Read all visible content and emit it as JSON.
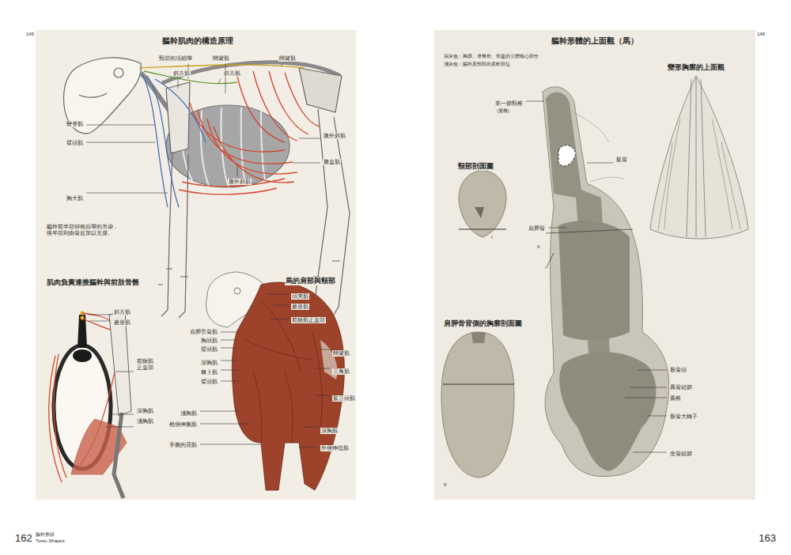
{
  "diagram": {
    "title": "軀幹肌肉的構造原理",
    "labels": [
      "145",
      "頸部的項韌帶",
      "闊背肌",
      "闊背肌",
      "斜方肌",
      "斜方肌",
      "豎脊肌",
      "臂頭肌",
      "腹外斜肌",
      "腹直肌",
      "腹外斜肌",
      "胸大肌",
      "軀幹前半部仰賴肩帶的吊掛， 後半部則由骨盆加以支撐。",
      "肌肉負責連接軀幹與前肢骨骼",
      "斜方肌",
      "菱形肌",
      "前鋸肌 正直部",
      "深胸肌",
      "淺胸肌",
      "馬的肩部與頸部",
      "頭夾肌",
      "菱形肌",
      "前鋸肌正直部",
      "肩胛舌骨肌",
      "胸頭肌",
      "臂頭肌",
      "闊背肌",
      "深胸肌",
      "三角肌",
      "棘上肌",
      "臂頭肌",
      "肱三頭肌",
      "淺胸肌",
      "橈側伸腕肌",
      "深胸肌",
      "手腕的屈肌",
      "外側伸指肌",
      "146",
      "軀幹形體的上面觀（馬）",
      "深灰色：胸廓、脊椎骨、骨盆的立體核心部分",
      "淺灰色：軀幹及頸部的柔軟部位",
      "變形胸廓的上面觀",
      "第一節頸椎",
      "(寰椎)",
      "肱骨",
      "頸部剖面圖",
      "I",
      "肩胛骨",
      "II",
      "肩胛骨背側的胸廓剖面圖",
      "II",
      "股骨頭",
      "薦骨結節",
      "薦椎",
      "股骨大轉子",
      "坐骨結節",
      "162",
      "軀幹形狀",
      "Torso Shapes",
      "163"
    ]
  }
}
